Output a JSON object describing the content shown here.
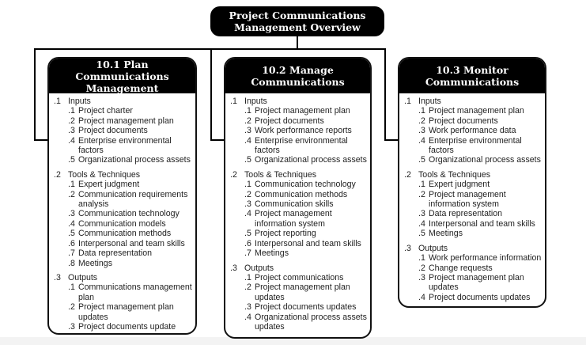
{
  "title": {
    "line1": "Project Communications",
    "line2": "Management Overview"
  },
  "processes": [
    {
      "heading_line1": "10.1 Plan Communications",
      "heading_line2": "Management",
      "groups": [
        {
          "num": ".1",
          "title": "Inputs",
          "items": [
            {
              "num": ".1",
              "text": "Project charter"
            },
            {
              "num": ".2",
              "text": "Project management plan"
            },
            {
              "num": ".3",
              "text": "Project documents"
            },
            {
              "num": ".4",
              "text": "Enterprise environmental factors"
            },
            {
              "num": ".5",
              "text": "Organizational process assets"
            }
          ]
        },
        {
          "num": ".2",
          "title": "Tools & Techniques",
          "items": [
            {
              "num": ".1",
              "text": "Expert judgment"
            },
            {
              "num": ".2",
              "text": "Communication requirements analysis"
            },
            {
              "num": ".3",
              "text": "Communication technology"
            },
            {
              "num": ".4",
              "text": "Communication models"
            },
            {
              "num": ".5",
              "text": "Communication methods"
            },
            {
              "num": ".6",
              "text": "Interpersonal and team skills"
            },
            {
              "num": ".7",
              "text": "Data representation"
            },
            {
              "num": ".8",
              "text": "Meetings"
            }
          ]
        },
        {
          "num": ".3",
          "title": "Outputs",
          "items": [
            {
              "num": ".1",
              "text": "Communications management plan"
            },
            {
              "num": ".2",
              "text": "Project management plan updates"
            },
            {
              "num": ".3",
              "text": "Project documents update"
            }
          ]
        }
      ]
    },
    {
      "heading_line1": "10.2 Manage",
      "heading_line2": "Communications",
      "groups": [
        {
          "num": ".1",
          "title": "Inputs",
          "items": [
            {
              "num": ".1",
              "text": "Project management plan"
            },
            {
              "num": ".2",
              "text": "Project documents"
            },
            {
              "num": ".3",
              "text": "Work performance reports"
            },
            {
              "num": ".4",
              "text": "Enterprise environmental factors"
            },
            {
              "num": ".5",
              "text": "Organizational process assets"
            }
          ]
        },
        {
          "num": ".2",
          "title": "Tools & Techniques",
          "items": [
            {
              "num": ".1",
              "text": "Communication technology"
            },
            {
              "num": ".2",
              "text": "Communication methods"
            },
            {
              "num": ".3",
              "text": "Communication skills"
            },
            {
              "num": ".4",
              "text": "Project management information system"
            },
            {
              "num": ".5",
              "text": "Project reporting"
            },
            {
              "num": ".6",
              "text": "Interpersonal and team skills"
            },
            {
              "num": ".7",
              "text": "Meetings"
            }
          ]
        },
        {
          "num": ".3",
          "title": "Outputs",
          "items": [
            {
              "num": ".1",
              "text": "Project communications"
            },
            {
              "num": ".2",
              "text": "Project management plan updates"
            },
            {
              "num": ".3",
              "text": "Project documents updates"
            },
            {
              "num": ".4",
              "text": "Organizational process assets updates"
            }
          ]
        }
      ]
    },
    {
      "heading_line1": "10.3 Monitor",
      "heading_line2": "Communications",
      "groups": [
        {
          "num": ".1",
          "title": "Inputs",
          "items": [
            {
              "num": ".1",
              "text": "Project management plan"
            },
            {
              "num": ".2",
              "text": "Project documents"
            },
            {
              "num": ".3",
              "text": "Work performance data"
            },
            {
              "num": ".4",
              "text": "Enterprise environmental factors"
            },
            {
              "num": ".5",
              "text": "Organizational process assets"
            }
          ]
        },
        {
          "num": ".2",
          "title": "Tools & Techniques",
          "items": [
            {
              "num": ".1",
              "text": "Expert judgment"
            },
            {
              "num": ".2",
              "text": "Project management information system"
            },
            {
              "num": ".3",
              "text": "Data representation"
            },
            {
              "num": ".4",
              "text": "Interpersonal and team skills"
            },
            {
              "num": ".5",
              "text": "Meetings"
            }
          ]
        },
        {
          "num": ".3",
          "title": "Outputs",
          "items": [
            {
              "num": ".1",
              "text": "Work performance information"
            },
            {
              "num": ".2",
              "text": "Change requests"
            },
            {
              "num": ".3",
              "text": "Project management plan updates"
            },
            {
              "num": ".4",
              "text": "Project documents updates"
            }
          ]
        }
      ]
    }
  ]
}
